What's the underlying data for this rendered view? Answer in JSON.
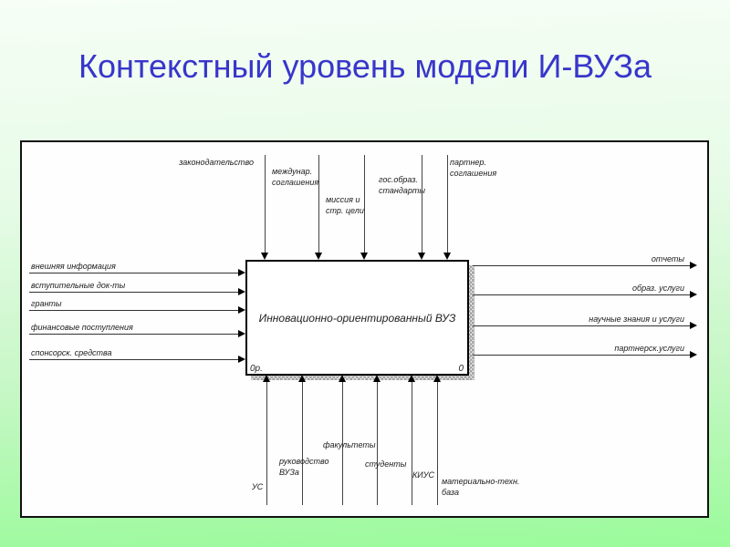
{
  "slide": {
    "title": "Контекстный уровень модели И-ВУЗа",
    "title_color": "#3836cb",
    "background_top_color": "#f6fef6",
    "background_bottom_color": "#9afb9a",
    "panel_background": "#ffffff",
    "line_color": "#333333"
  },
  "diagram": {
    "type": "IDEF0 context diagram",
    "activity_box": {
      "label": "Инновационно-ориентированный ВУЗ",
      "cost_label": "0р.",
      "node_number": "0"
    },
    "controls": [
      {
        "label": "законодательство"
      },
      {
        "label": "междунар.\nсоглашения"
      },
      {
        "label": "миссия и\nстр. цели"
      },
      {
        "label": "гос.образ.\nстандарты"
      },
      {
        "label": "партнер.\nсоглашения"
      }
    ],
    "inputs": [
      {
        "label": "внешняя информация"
      },
      {
        "label": "вступительные док-ты"
      },
      {
        "label": "гранты"
      },
      {
        "label": "финансовые поступления"
      },
      {
        "label": "спонсорск. средства"
      }
    ],
    "outputs": [
      {
        "label": "отчеты"
      },
      {
        "label": "образ. услуги"
      },
      {
        "label": "научные знания и услуги"
      },
      {
        "label": "партнерск.услуги"
      }
    ],
    "mechanisms": [
      {
        "label": "УС"
      },
      {
        "label": "руководство\nВУЗа"
      },
      {
        "label": "факультеты"
      },
      {
        "label": "студенты"
      },
      {
        "label": "КИУС"
      },
      {
        "label": "материально-техн.\nбаза"
      }
    ]
  }
}
